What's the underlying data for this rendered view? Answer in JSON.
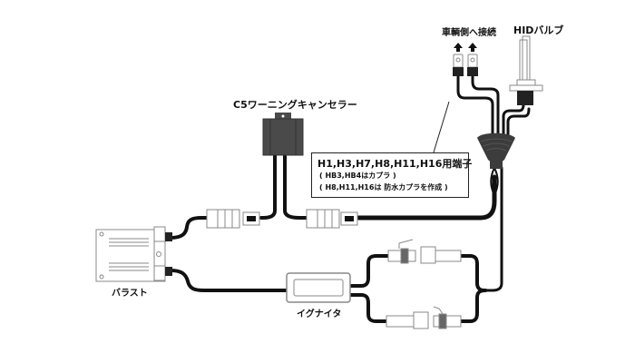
{
  "diagram": {
    "title": "HID wiring diagram",
    "labels": {
      "vehicle_connection": "車輌側へ接続",
      "hid_bulb": "HIDバルブ",
      "warning_canceller": "C5ワーニングキャンセラー",
      "ballast": "バラスト",
      "igniter": "イグナイタ"
    },
    "note": {
      "title": "H1,H3,H7,H8,H11,H16用端子",
      "line1": "( HB3,HB4はカプラ )",
      "line2": "( H8,H11,H16は 防水カプラを作成 )"
    },
    "components": [
      {
        "id": "ballast",
        "label_ref": "labels.ballast"
      },
      {
        "id": "warning_canceller",
        "label_ref": "labels.warning_canceller"
      },
      {
        "id": "igniter",
        "label_ref": "labels.igniter"
      },
      {
        "id": "hid_bulb",
        "label_ref": "labels.hid_bulb"
      },
      {
        "id": "vehicle_terminals",
        "label_ref": "labels.vehicle_connection"
      },
      {
        "id": "rubber_grommet"
      }
    ],
    "colors": {
      "wire": "#111111",
      "body_dark": "#4a4a4a",
      "outline": "#888888",
      "background": "#ffffff"
    }
  }
}
